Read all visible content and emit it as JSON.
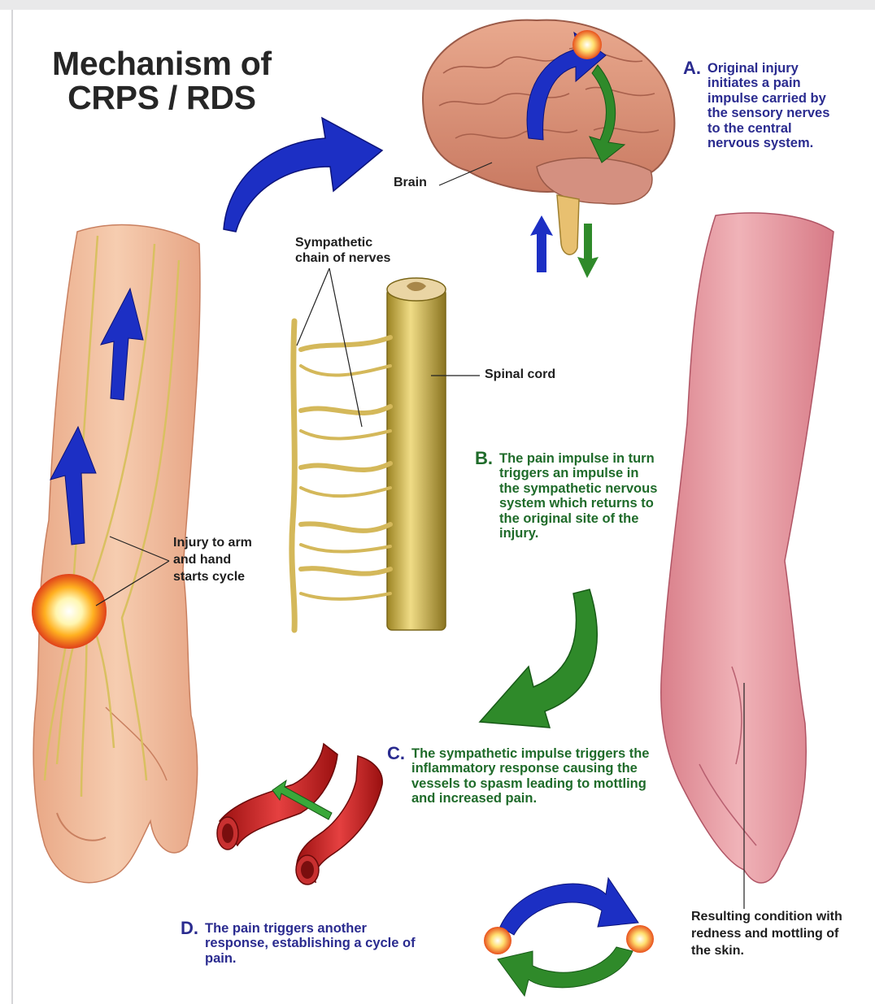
{
  "title": {
    "line1": "Mechanism of",
    "line2": "CRPS / RDS"
  },
  "labels": {
    "brain": "Brain",
    "sympathetic": "Sympathetic chain of nerves",
    "sympathetic_line1": "Sympathetic",
    "sympathetic_line2": "chain of nerves",
    "spinal_cord": "Spinal cord",
    "injury_line1": "Injury to arm",
    "injury_line2": "and hand",
    "injury_line3": "starts cycle",
    "result_line1": "Resulting condition with",
    "result_line2": "redness and mottling of",
    "result_line3": "the skin."
  },
  "steps": {
    "a": {
      "letter": "A.",
      "text": "Original injury initiates a pain impulse carried by the sensory nerves to the central nervous system."
    },
    "b": {
      "letter": "B.",
      "text": "The pain impulse in turn triggers an impulse in the sympathetic nervous system which returns to the original site of the injury."
    },
    "c": {
      "letter": "C.",
      "text": "The sympathetic impulse triggers the inflammatory response causing the vessels to spasm leading to mottling and increased pain."
    },
    "d": {
      "letter": "D.",
      "text": "The pain triggers another response, establishing a cycle of pain."
    }
  },
  "colors": {
    "sensory_arrow": "#1c2fc4",
    "sympathetic_arrow": "#2f8a2a",
    "nerve": "#d9c060",
    "skin": "#f0c2a0",
    "inflamed_skin": "#e49aa2",
    "vessel": "#c72020"
  }
}
